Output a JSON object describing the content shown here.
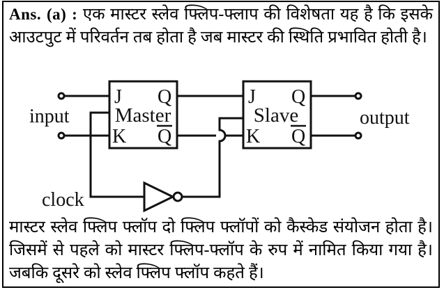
{
  "answer": {
    "prefix": "Ans. (a) :",
    "body1": "एक मास्टर स्लेव फ्लिप-फ्लाप की विशेषता यह है कि इसके आउटपुट में परिवर्तन तब होता है जब मास्टर की स्थिति प्रभावित होती है।",
    "body2": "मास्टर स्लेव फ्लिप फ्लॉप दो फ्लिप फ्लॉपों को कैस्केड संयोजन होता है। जिसमें से पहले को मास्टर फ्लिप-फ्लॉप के रुप में नामित किया गया है। जबकि दूसरे को स्लेव फ्लिप फ्लॉप कहते हैं।"
  },
  "diagram": {
    "master": {
      "title": "Master",
      "j_label": "J",
      "k_label": "K",
      "q_label": "Q",
      "q_bar_label": "Q"
    },
    "slave": {
      "title": "Slave",
      "j_label": "J",
      "k_label": "K",
      "q_label": "Q",
      "q_bar_label": "Q"
    },
    "input_label": "input",
    "output_label": "output",
    "clock_label": "clock",
    "line_color": "#111111",
    "text_color": "#000000"
  }
}
